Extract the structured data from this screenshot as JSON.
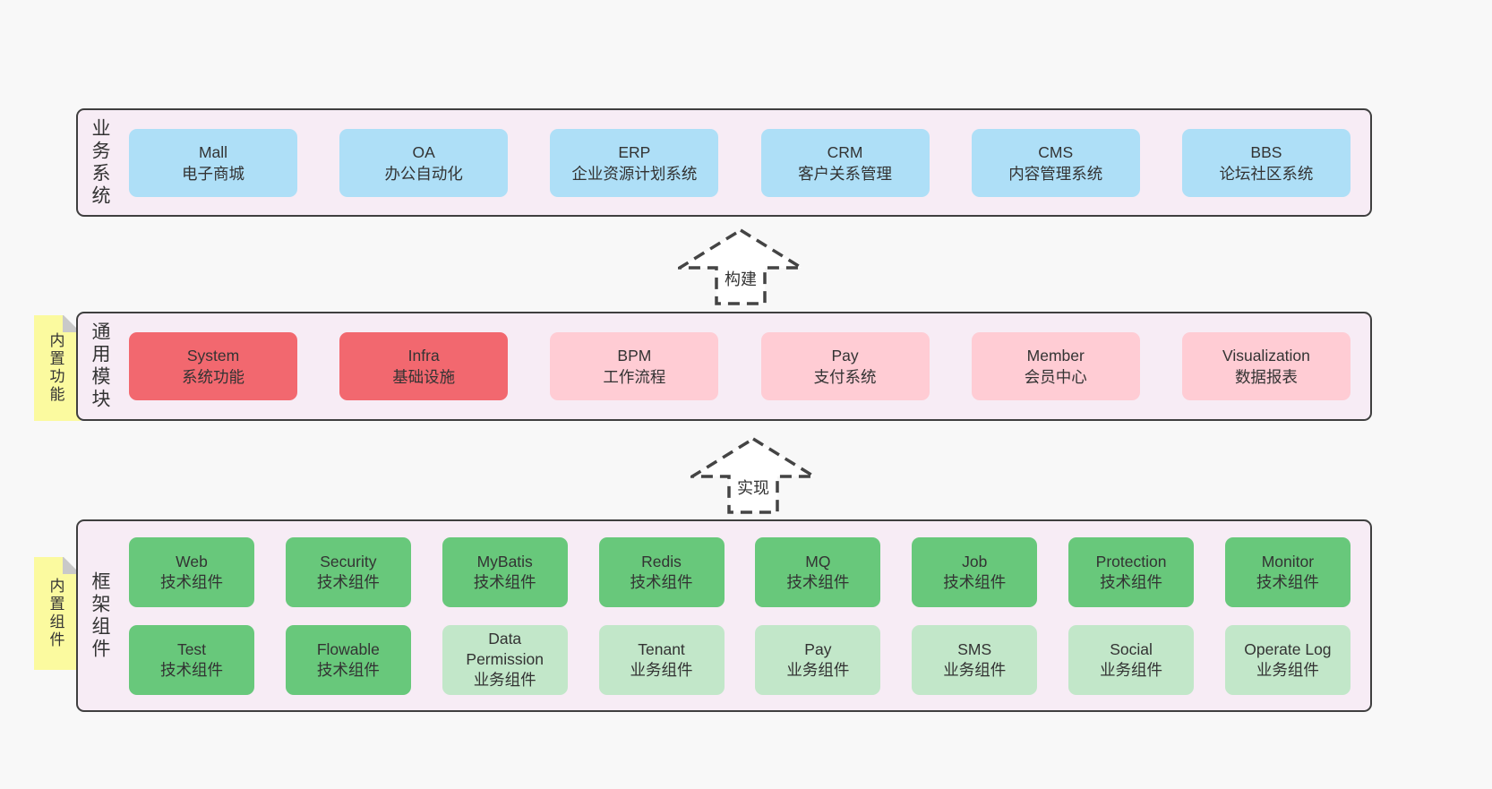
{
  "page": {
    "background": "#f8f8f8"
  },
  "colors": {
    "panel_bg": "#f7ecf5",
    "panel_border": "#3f3f3f",
    "blue": "#aedff7",
    "red": "#f2686f",
    "pink": "#ffccd4",
    "green": "#68c87b",
    "light_green": "#c2e7c9",
    "sticky_yellow": "#fbfa9f",
    "sticky_fold_gray": "#c9c9c9",
    "text": "#333333",
    "arrow_stroke": "#444444"
  },
  "arrows": [
    {
      "label": "构建"
    },
    {
      "label": "实现"
    }
  ],
  "sections": {
    "business": {
      "title": "业务系统",
      "items": [
        {
          "en": "Mall",
          "zh": "电子商城"
        },
        {
          "en": "OA",
          "zh": "办公自动化"
        },
        {
          "en": "ERP",
          "zh": "企业资源计划系统"
        },
        {
          "en": "CRM",
          "zh": "客户关系管理"
        },
        {
          "en": "CMS",
          "zh": "内容管理系统"
        },
        {
          "en": "BBS",
          "zh": "论坛社区系统"
        }
      ]
    },
    "modules": {
      "title": "通用模块",
      "sticky": "内置功能",
      "items": [
        {
          "en": "System",
          "zh": "系统功能"
        },
        {
          "en": "Infra",
          "zh": "基础设施"
        },
        {
          "en": "BPM",
          "zh": "工作流程"
        },
        {
          "en": "Pay",
          "zh": "支付系统"
        },
        {
          "en": "Member",
          "zh": "会员中心"
        },
        {
          "en": "Visualization",
          "zh": "数据报表"
        }
      ]
    },
    "framework": {
      "title": "框架组件",
      "sticky": "内置组件",
      "row1": [
        {
          "en": "Web",
          "zh": "技术组件"
        },
        {
          "en": "Security",
          "zh": "技术组件"
        },
        {
          "en": "MyBatis",
          "zh": "技术组件"
        },
        {
          "en": "Redis",
          "zh": "技术组件"
        },
        {
          "en": "MQ",
          "zh": "技术组件"
        },
        {
          "en": "Job",
          "zh": "技术组件"
        },
        {
          "en": "Protection",
          "zh": "技术组件"
        },
        {
          "en": "Monitor",
          "zh": "技术组件"
        }
      ],
      "row2": [
        {
          "en": "Test",
          "zh": "技术组件"
        },
        {
          "en": "Flowable",
          "zh": "技术组件"
        },
        {
          "en": "Data Permission",
          "zh": "业务组件"
        },
        {
          "en": "Tenant",
          "zh": "业务组件"
        },
        {
          "en": "Pay",
          "zh": "业务组件"
        },
        {
          "en": "SMS",
          "zh": "业务组件"
        },
        {
          "en": "Social",
          "zh": "业务组件"
        },
        {
          "en": "Operate Log",
          "zh": "业务组件"
        }
      ]
    }
  }
}
